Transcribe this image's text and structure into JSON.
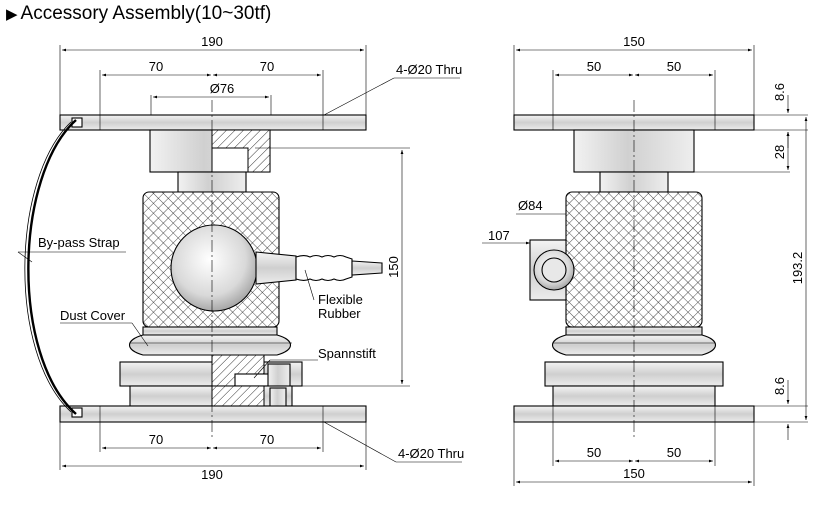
{
  "title": "Accessory Assembly(10~30tf)",
  "front_view": {
    "dims": {
      "top_overall": "190",
      "top_left_half": "70",
      "top_right_half": "70",
      "inner_diameter": "Ø76",
      "height": "150",
      "bottom_left_half": "70",
      "bottom_right_half": "70",
      "bottom_overall": "190"
    },
    "labels": {
      "holes_top": "4-Ø20 Thru",
      "holes_bottom": "4-Ø20 Thru",
      "bypass_strap": "By-pass Strap",
      "dust_cover": "Dust Cover",
      "flexible_line1": "Flexible",
      "flexible_line2": "Rubber",
      "spannstift": "Spannstift"
    }
  },
  "side_view": {
    "dims": {
      "top_overall": "150",
      "top_left_half": "50",
      "top_right_half": "50",
      "plate_thickness_top": "8.6",
      "hub_height": "28",
      "body_diameter": "Ø84",
      "offset": "107",
      "total_height": "193.2",
      "plate_thickness_bottom": "8.6",
      "bottom_left_half": "50",
      "bottom_right_half": "50",
      "bottom_overall": "150"
    }
  }
}
